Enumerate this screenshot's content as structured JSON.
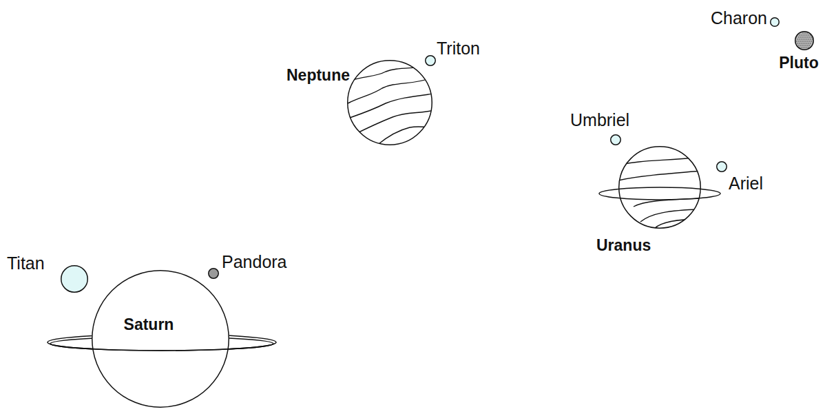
{
  "diagram": {
    "nodes": [
      {
        "text": [
          "Charon"
        ]
      },
      {
        "text": [
          "Pluto"
        ]
      },
      {
        "text": [
          "Triton"
        ]
      },
      {
        "text": [
          "Neptune"
        ]
      },
      {
        "text": [
          "Umbriel"
        ]
      },
      {
        "text": [
          "Ariel"
        ]
      },
      {
        "text": [
          "Uranus"
        ]
      },
      {
        "text": [
          "Titan"
        ]
      },
      {
        "text": [
          "Pandora"
        ]
      },
      {
        "text": [
          "Saturn"
        ]
      }
    ]
  }
}
